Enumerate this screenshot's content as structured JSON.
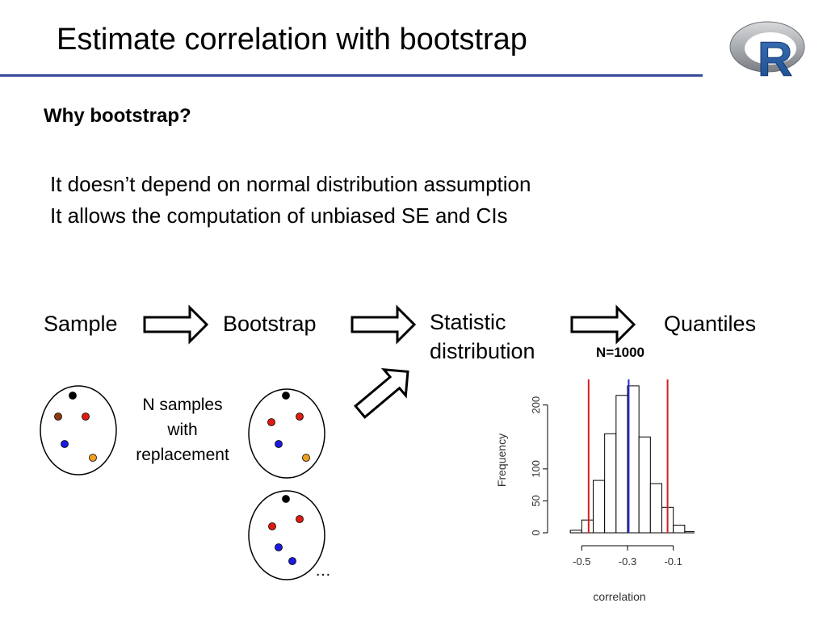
{
  "slide": {
    "title": "Estimate correlation with bootstrap",
    "subheading": "Why bootstrap?",
    "points": [
      "It doesn’t depend on normal distribution assumption",
      "It allows the computation of unbiased SE and CIs"
    ],
    "logo_letter": "R"
  },
  "flow": {
    "steps": [
      "Sample",
      "Bootstrap",
      "Statistic\ndistribution",
      "Quantiles"
    ],
    "samples_note": "N samples\nwith\nreplacement",
    "ellipsis": "…"
  },
  "chart_data": {
    "type": "bar",
    "title": "N=1000",
    "xlabel": "correlation",
    "ylabel": "Frequency",
    "xlim": [
      -0.6,
      -0.0
    ],
    "ylim": [
      0,
      240
    ],
    "x_ticks": [
      -0.5,
      -0.3,
      -0.1
    ],
    "x_tick_labels": [
      "-0.5",
      "-0.3",
      "-0.1"
    ],
    "y_ticks": [
      0,
      50,
      100,
      200
    ],
    "y_tick_labels": [
      "0",
      "50",
      "100",
      "200"
    ],
    "bin_width": 0.05,
    "bins_start": [
      -0.55,
      -0.5,
      -0.45,
      -0.4,
      -0.35,
      -0.3,
      -0.25,
      -0.2,
      -0.15,
      -0.1,
      -0.05
    ],
    "values": [
      4,
      20,
      82,
      155,
      215,
      230,
      150,
      77,
      40,
      12,
      2
    ],
    "vlines": [
      {
        "x": -0.47,
        "color": "#d42020"
      },
      {
        "x": -0.295,
        "color": "#2a2ad0"
      },
      {
        "x": -0.125,
        "color": "#d42020"
      }
    ],
    "grid": false
  },
  "colors": {
    "title_rule": "#3a4a9a",
    "point_black": "#000000",
    "point_brown": "#8b3a10",
    "point_red": "#e01a10",
    "point_blue": "#1a1ae0",
    "point_orange": "#f0a020"
  }
}
